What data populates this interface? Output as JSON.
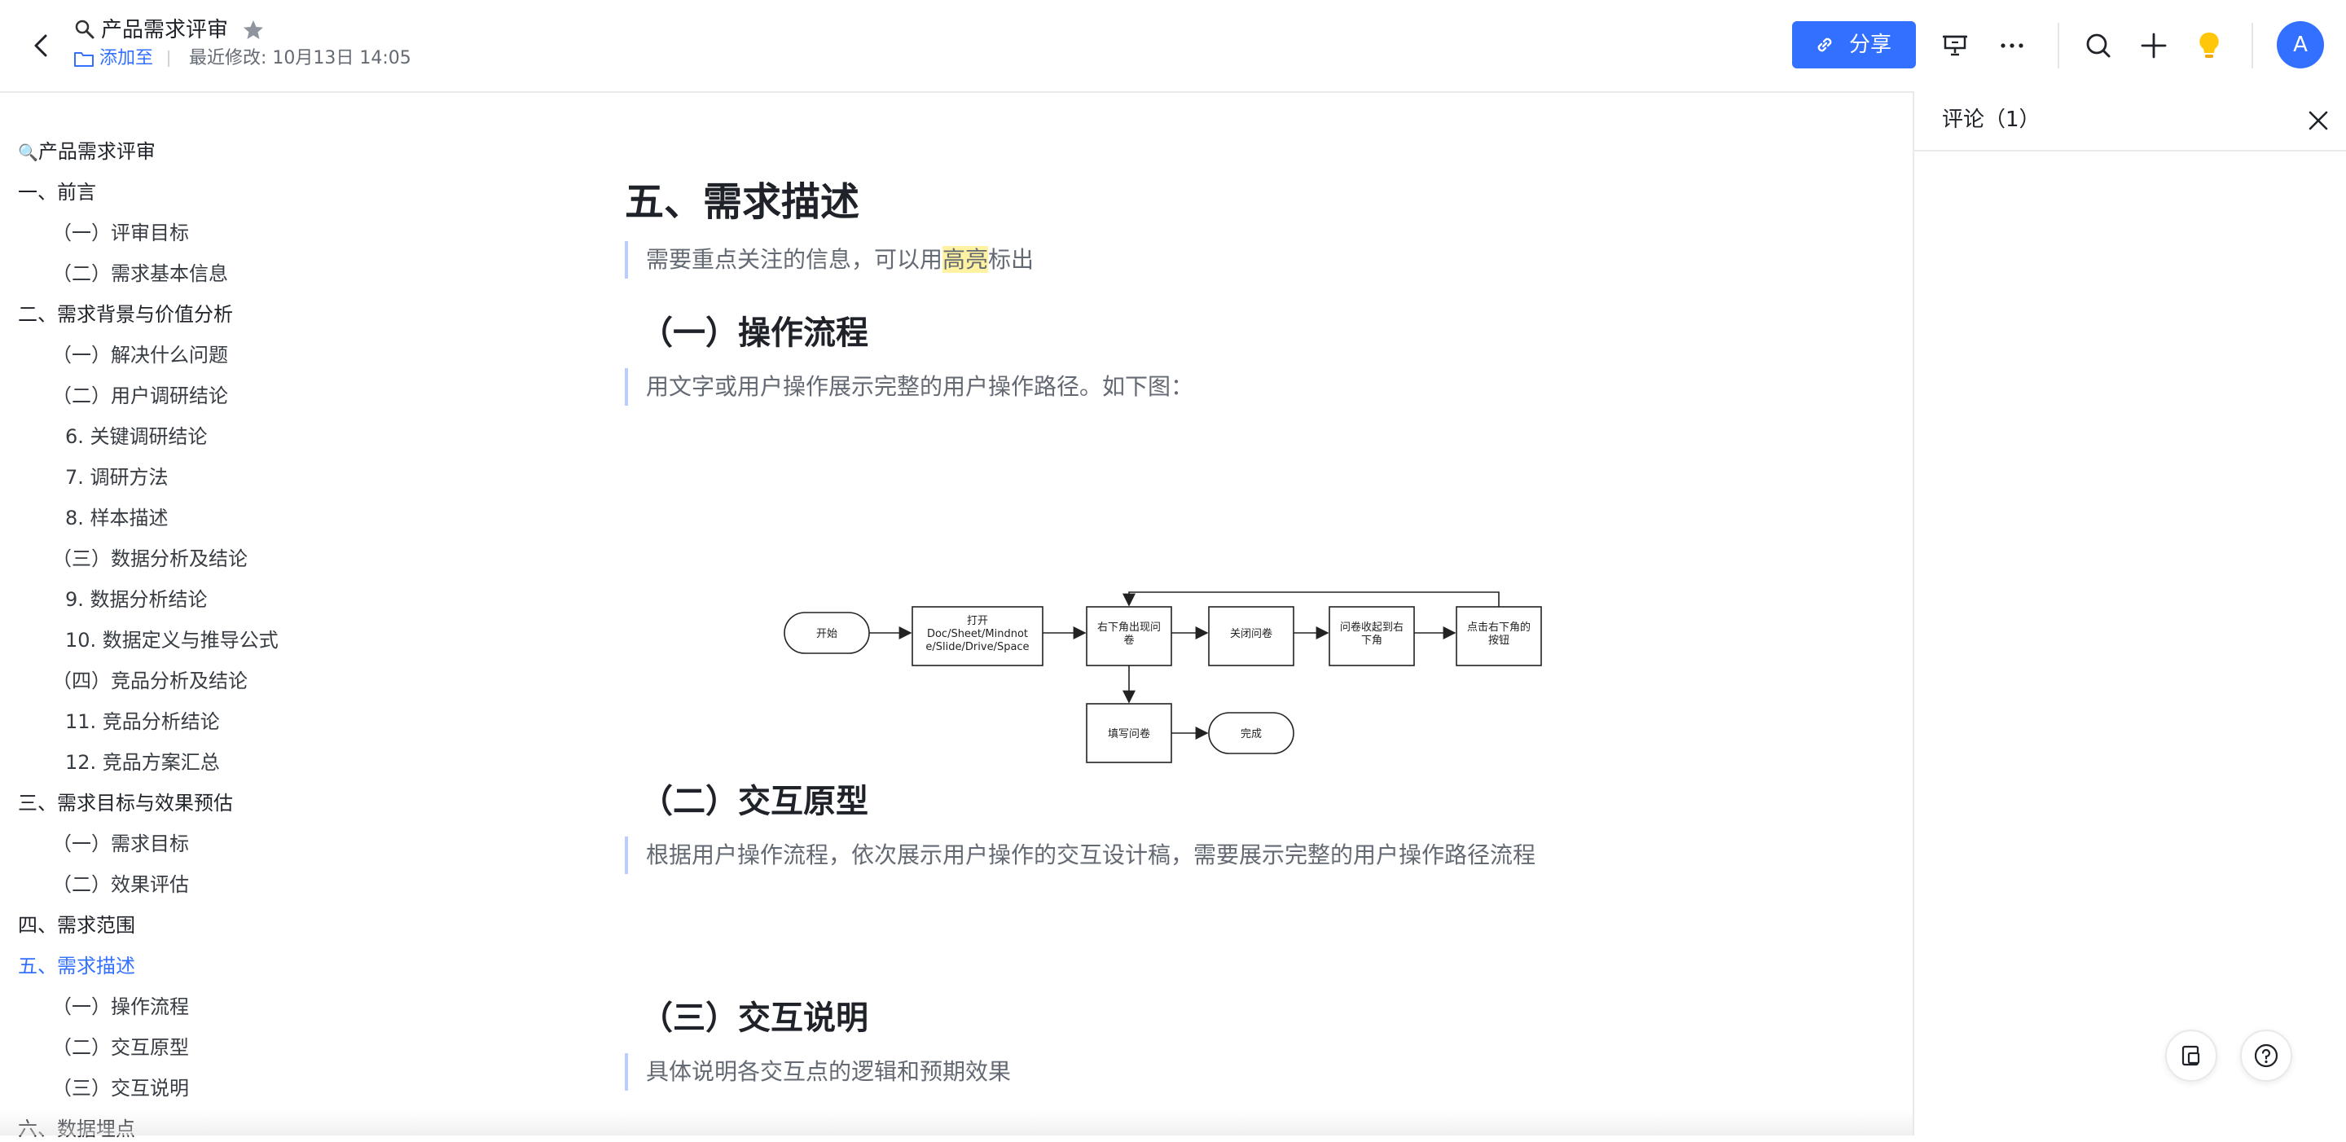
{
  "header": {
    "title": "产品需求评审",
    "add_to": "添加至",
    "modified": "最近修改: 10月13日 14:05",
    "share_label": "分享",
    "avatar_initial": "A",
    "accent_color": "#3370ff",
    "icons": [
      "back-icon",
      "doc-icon",
      "star-icon",
      "folder-icon",
      "link-icon",
      "present-icon",
      "more-icon",
      "search-icon",
      "plus-icon",
      "bulb-icon"
    ]
  },
  "outline": {
    "items": [
      {
        "label": "产品需求评审",
        "level": 0
      },
      {
        "label": "一、前言",
        "level": 1
      },
      {
        "label": "（一）评审目标",
        "level": 2
      },
      {
        "label": "（二）需求基本信息",
        "level": 2
      },
      {
        "label": "二、需求背景与价值分析",
        "level": 1
      },
      {
        "label": "（一）解决什么问题",
        "level": 2
      },
      {
        "label": "（二）用户调研结论",
        "level": 2
      },
      {
        "label": "6. 关键调研结论",
        "level": 3
      },
      {
        "label": "7. 调研方法",
        "level": 3
      },
      {
        "label": "8. 样本描述",
        "level": 3
      },
      {
        "label": "（三）数据分析及结论",
        "level": 2
      },
      {
        "label": "9. 数据分析结论",
        "level": 3
      },
      {
        "label": "10. 数据定义与推导公式",
        "level": 3
      },
      {
        "label": "（四）竞品分析及结论",
        "level": 2
      },
      {
        "label": "11. 竞品分析结论",
        "level": 3
      },
      {
        "label": "12. 竞品方案汇总",
        "level": 3
      },
      {
        "label": "三、需求目标与效果预估",
        "level": 1
      },
      {
        "label": "（一）需求目标",
        "level": 2
      },
      {
        "label": "（二）效果评估",
        "level": 2
      },
      {
        "label": "四、需求范围",
        "level": 1
      },
      {
        "label": "五、需求描述",
        "level": 1,
        "active": true
      },
      {
        "label": "（一）操作流程",
        "level": 2
      },
      {
        "label": "（二）交互原型",
        "level": 2
      },
      {
        "label": "（三）交互说明",
        "level": 2
      },
      {
        "label": "六、数据埋点",
        "level": 1
      }
    ]
  },
  "main": {
    "h1": "五、需求描述",
    "quote1_pre": "需要重点关注的信息，可以用",
    "quote1_hl": "高亮",
    "quote1_post": "标出",
    "h2_1": "（一）操作流程",
    "quote2": "用文字或用户操作展示完整的用户操作路径。如下图：",
    "flow": {
      "start": "开始",
      "open_1": "打开",
      "open_2": "Doc/Sheet/Mindnot",
      "open_3": "e/Slide/Drive/Space",
      "popup_1": "右下角出现问",
      "popup_2": "卷",
      "close": "关闭问卷",
      "collapse_1": "问卷收起到右",
      "collapse_2": "下角",
      "click_1": "点击右下角的",
      "click_2": "按钮",
      "fill": "填写问卷",
      "done": "完成"
    },
    "h2_2": "（二）交互原型",
    "quote3": "根据用户操作流程，依次展示用户操作的交互设计稿，需要展示完整的用户操作路径流程",
    "h2_3": "（三）交互说明",
    "quote4": "具体说明各交互点的逻辑和预期效果"
  },
  "comments": {
    "title": "评论（1）"
  }
}
